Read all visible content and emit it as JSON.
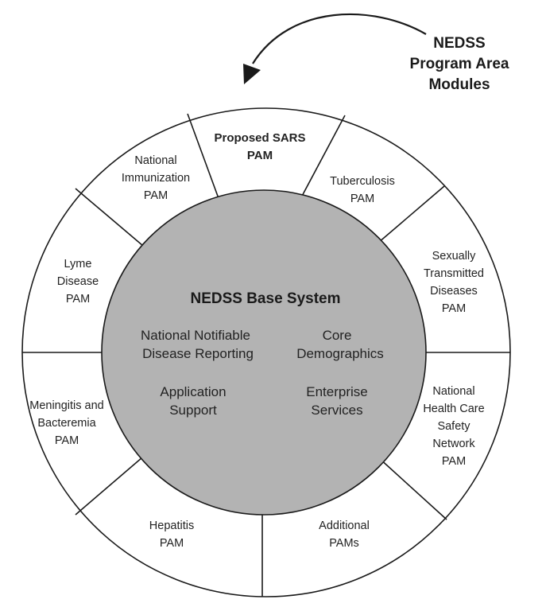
{
  "caption": [
    "NEDSS",
    "Program Area",
    "Modules"
  ],
  "center": {
    "title": "NEDSS Base System",
    "items": [
      [
        "National Notifiable",
        "Disease Reporting"
      ],
      [
        "Core",
        "Demographics"
      ],
      [
        "Application",
        "Support"
      ],
      [
        "Enterprise",
        "Services"
      ]
    ]
  },
  "modules": [
    {
      "name": "proposed-sars",
      "lines": [
        "Proposed SARS",
        "PAM"
      ],
      "bold": true
    },
    {
      "name": "tuberculosis",
      "lines": [
        "Tuberculosis",
        "PAM"
      ]
    },
    {
      "name": "sexually-transmitted-diseases",
      "lines": [
        "Sexually",
        "Transmitted",
        "Diseases",
        "PAM"
      ]
    },
    {
      "name": "national-health-care-safety-network",
      "lines": [
        "National",
        "Health Care",
        "Safety",
        "Network",
        "PAM"
      ]
    },
    {
      "name": "additional",
      "lines": [
        "Additional",
        "PAMs"
      ]
    },
    {
      "name": "hepatitis",
      "lines": [
        "Hepatitis",
        "PAM"
      ]
    },
    {
      "name": "meningitis-bacteremia",
      "lines": [
        "Meningitis and",
        "Bacteremia",
        "PAM"
      ]
    },
    {
      "name": "lyme-disease",
      "lines": [
        "Lyme",
        "Disease",
        "PAM"
      ]
    },
    {
      "name": "national-immunization",
      "lines": [
        "National",
        "Immunization",
        "PAM"
      ]
    }
  ],
  "colors": {
    "center_fill": "#b3b3b3",
    "ring_fill": "#ffffff",
    "stroke": "#1a1a1a"
  },
  "icons": [
    "curved-arrow-icon"
  ]
}
